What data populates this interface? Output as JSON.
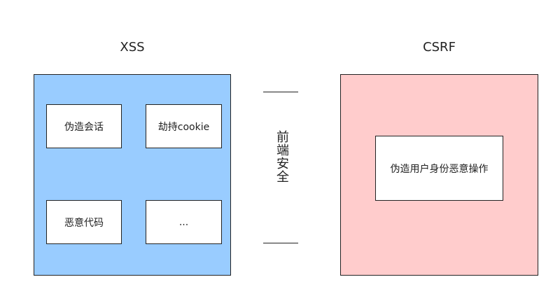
{
  "xss": {
    "title": "XSS",
    "items": [
      "伪造会话",
      "劫持cookie",
      "恶意代码",
      "..."
    ]
  },
  "csrf": {
    "title": "CSRF",
    "items": [
      "伪造用户身份恶意操作"
    ]
  },
  "center": {
    "label": "前端安全"
  },
  "colors": {
    "xss_fill": "#99ccff",
    "csrf_fill": "#ffcccc",
    "box_fill": "#ffffff",
    "stroke": "#222222"
  }
}
